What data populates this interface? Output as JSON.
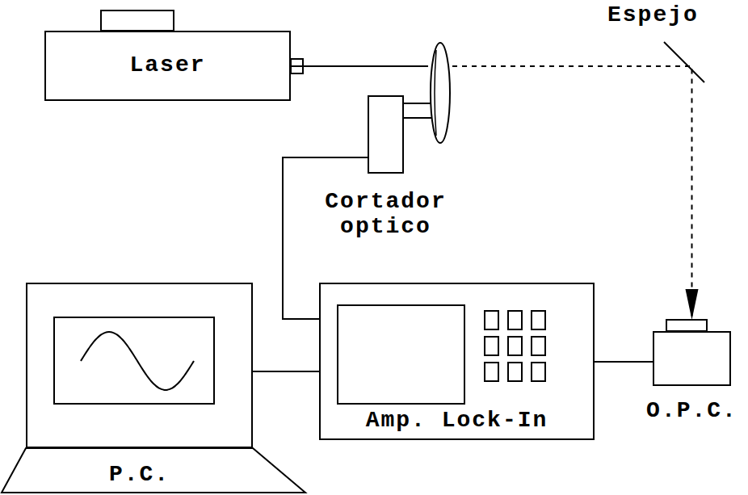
{
  "diagram": {
    "nodes": [
      {
        "text": [
          "Laser"
        ]
      },
      {
        "text": [
          "Cortador optico"
        ]
      },
      {
        "text": [
          "P.C."
        ]
      },
      {
        "text": [
          "Amp. Lock-In"
        ]
      },
      {
        "text": [
          "O.P.C."
        ]
      }
    ],
    "edges": [
      {
        "from": 0,
        "to": 4,
        "arrow": "to"
      },
      {
        "from": 1,
        "to": 3,
        "arrow": "none"
      },
      {
        "from": 2,
        "to": 3,
        "arrow": "none"
      },
      {
        "from": 3,
        "to": 4,
        "arrow": "none"
      }
    ],
    "labels": [
      "Espejo"
    ]
  }
}
